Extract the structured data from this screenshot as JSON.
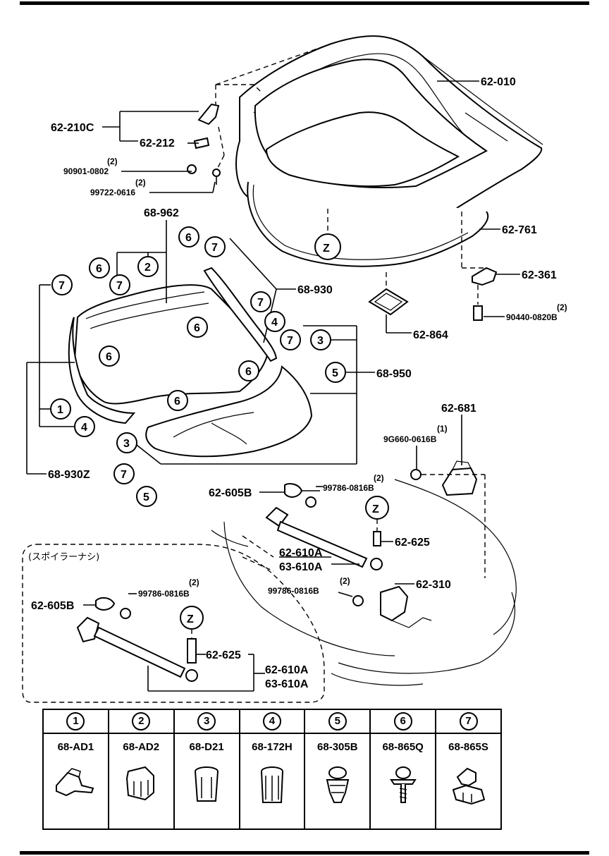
{
  "labels": {
    "l62_010": "62-010",
    "l62_210c": "62-210C",
    "l62_212": "62-212",
    "qty_90901": "(2)",
    "p90901": "90901-0802",
    "qty_99722": "(2)",
    "p99722": "99722-0616",
    "l68_962": "68-962",
    "l62_761": "62-761",
    "l62_361": "62-361",
    "qty_90440": "(2)",
    "p90440": "90440-0820B",
    "l62_864": "62-864",
    "l68_930": "68-930",
    "l68_950": "68-950",
    "l68_930z": "68-930Z",
    "l62_681": "62-681",
    "qty_9g660": "(1)",
    "p9g660": "9G660-0616B",
    "l62_605b_a": "62-605B",
    "qty_99786_a": "(2)",
    "p99786_a": "99786-0816B",
    "l62_625_a": "62-625",
    "l62_610a_a": "62-610A",
    "l63_610a_a": "63-610A",
    "qty_99786_b": "(2)",
    "p99786_b": "99786-0816B",
    "l62_310": "62-310",
    "no_spoiler": "(スポイラーナシ)",
    "l62_605b_b": "62-605B",
    "qty_99786_c": "(2)",
    "p99786_c": "99786-0816B",
    "l62_625_b": "62-625",
    "l62_610a_b": "62-610A",
    "l63_610a_b": "63-610A",
    "z": "Z"
  },
  "callouts": [
    "1",
    "2",
    "3",
    "4",
    "5",
    "6",
    "7"
  ],
  "legend": [
    {
      "num": "1",
      "part": "68-AD1",
      "icon": "clip-ad1-icon"
    },
    {
      "num": "2",
      "part": "68-AD2",
      "icon": "clip-ad2-icon"
    },
    {
      "num": "3",
      "part": "68-D21",
      "icon": "clip-d21-icon"
    },
    {
      "num": "4",
      "part": "68-172H",
      "icon": "clip-172h-icon"
    },
    {
      "num": "5",
      "part": "68-305B",
      "icon": "clip-305b-icon"
    },
    {
      "num": "6",
      "part": "68-865Q",
      "icon": "screw-865q-icon"
    },
    {
      "num": "7",
      "part": "68-865S",
      "icon": "clip-865s-icon"
    }
  ]
}
